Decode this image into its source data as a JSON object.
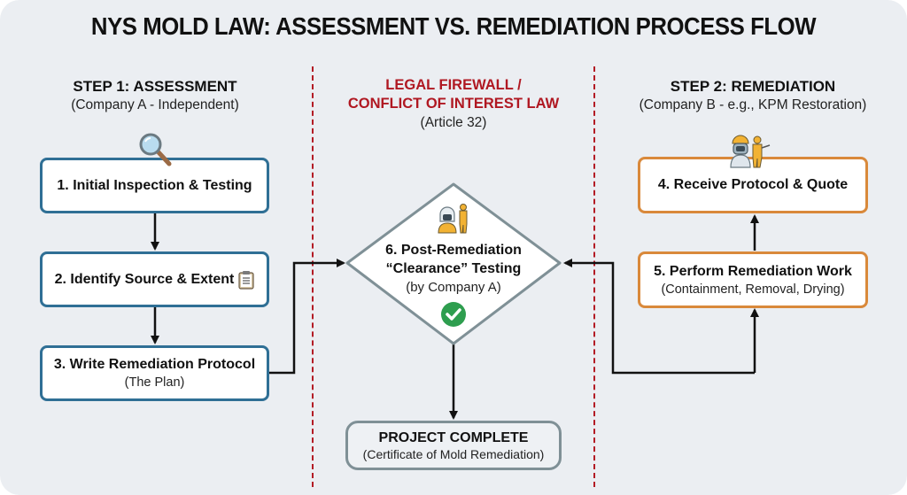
{
  "title": "NYS MOLD LAW: ASSESSMENT VS. REMEDIATION PROCESS FLOW",
  "columns": {
    "assessment": {
      "heading": "STEP 1: ASSESSMENT",
      "subheading": "(Company A - Independent)",
      "icon": "magnifying-glass-icon"
    },
    "firewall": {
      "heading_line1": "LEGAL FIREWALL /",
      "heading_line2": "CONFLICT OF INTEREST LAW",
      "subheading": "(Article 32)"
    },
    "remediation": {
      "heading": "STEP 2: REMEDIATION",
      "subheading": "(Company B - e.g., KPM Restoration)",
      "icon": "hazmat-workers-icon"
    }
  },
  "steps": {
    "s1": {
      "label": "1. Initial Inspection & Testing"
    },
    "s2": {
      "label": "2. Identify Source & Extent",
      "icon": "clipboard-icon"
    },
    "s3": {
      "label": "3. Write Remediation Protocol",
      "sub": "(The Plan)"
    },
    "s4": {
      "label": "4. Receive Protocol & Quote"
    },
    "s5": {
      "label": "5. Perform Remediation Work",
      "sub": "(Containment, Removal, Drying)"
    },
    "s6": {
      "label_line1": "6. Post-Remediation",
      "label_line2": "“Clearance” Testing",
      "sub": "(by Company A)",
      "icon": "check-circle-icon"
    },
    "complete": {
      "label": "PROJECT COMPLETE",
      "sub": "(Certificate of Mold Remediation)"
    }
  },
  "colors": {
    "background": "#ebeef2",
    "assessment_border": "#2f6f95",
    "remediation_border": "#d9893b",
    "firewall_red": "#b01822",
    "complete_border": "#7f9096",
    "check_green": "#2e9e4f"
  }
}
